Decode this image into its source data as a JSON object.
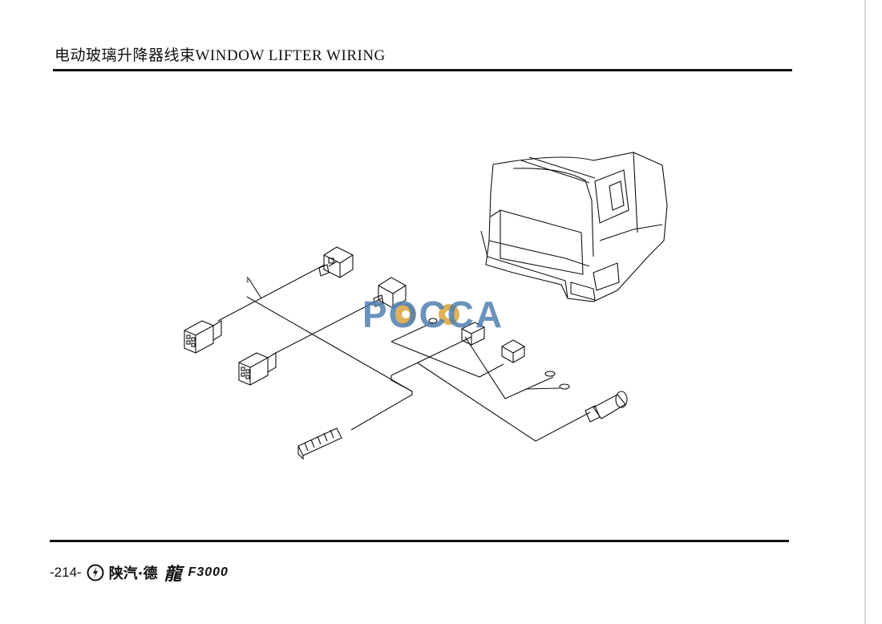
{
  "header": {
    "title": "电动玻璃升降器线束WINDOW LIFTER WIRING"
  },
  "diagram": {
    "callout": "1"
  },
  "watermark": {
    "text": "POCCA",
    "color_text": "#4f7fb0",
    "color_gear": "#d9a23a"
  },
  "footer": {
    "page_number": "-214-",
    "brand_name": "陕汽·德",
    "brand_mark": "龍",
    "model": "F3000",
    "logo_icon": "shaanxi-circle-logo"
  }
}
